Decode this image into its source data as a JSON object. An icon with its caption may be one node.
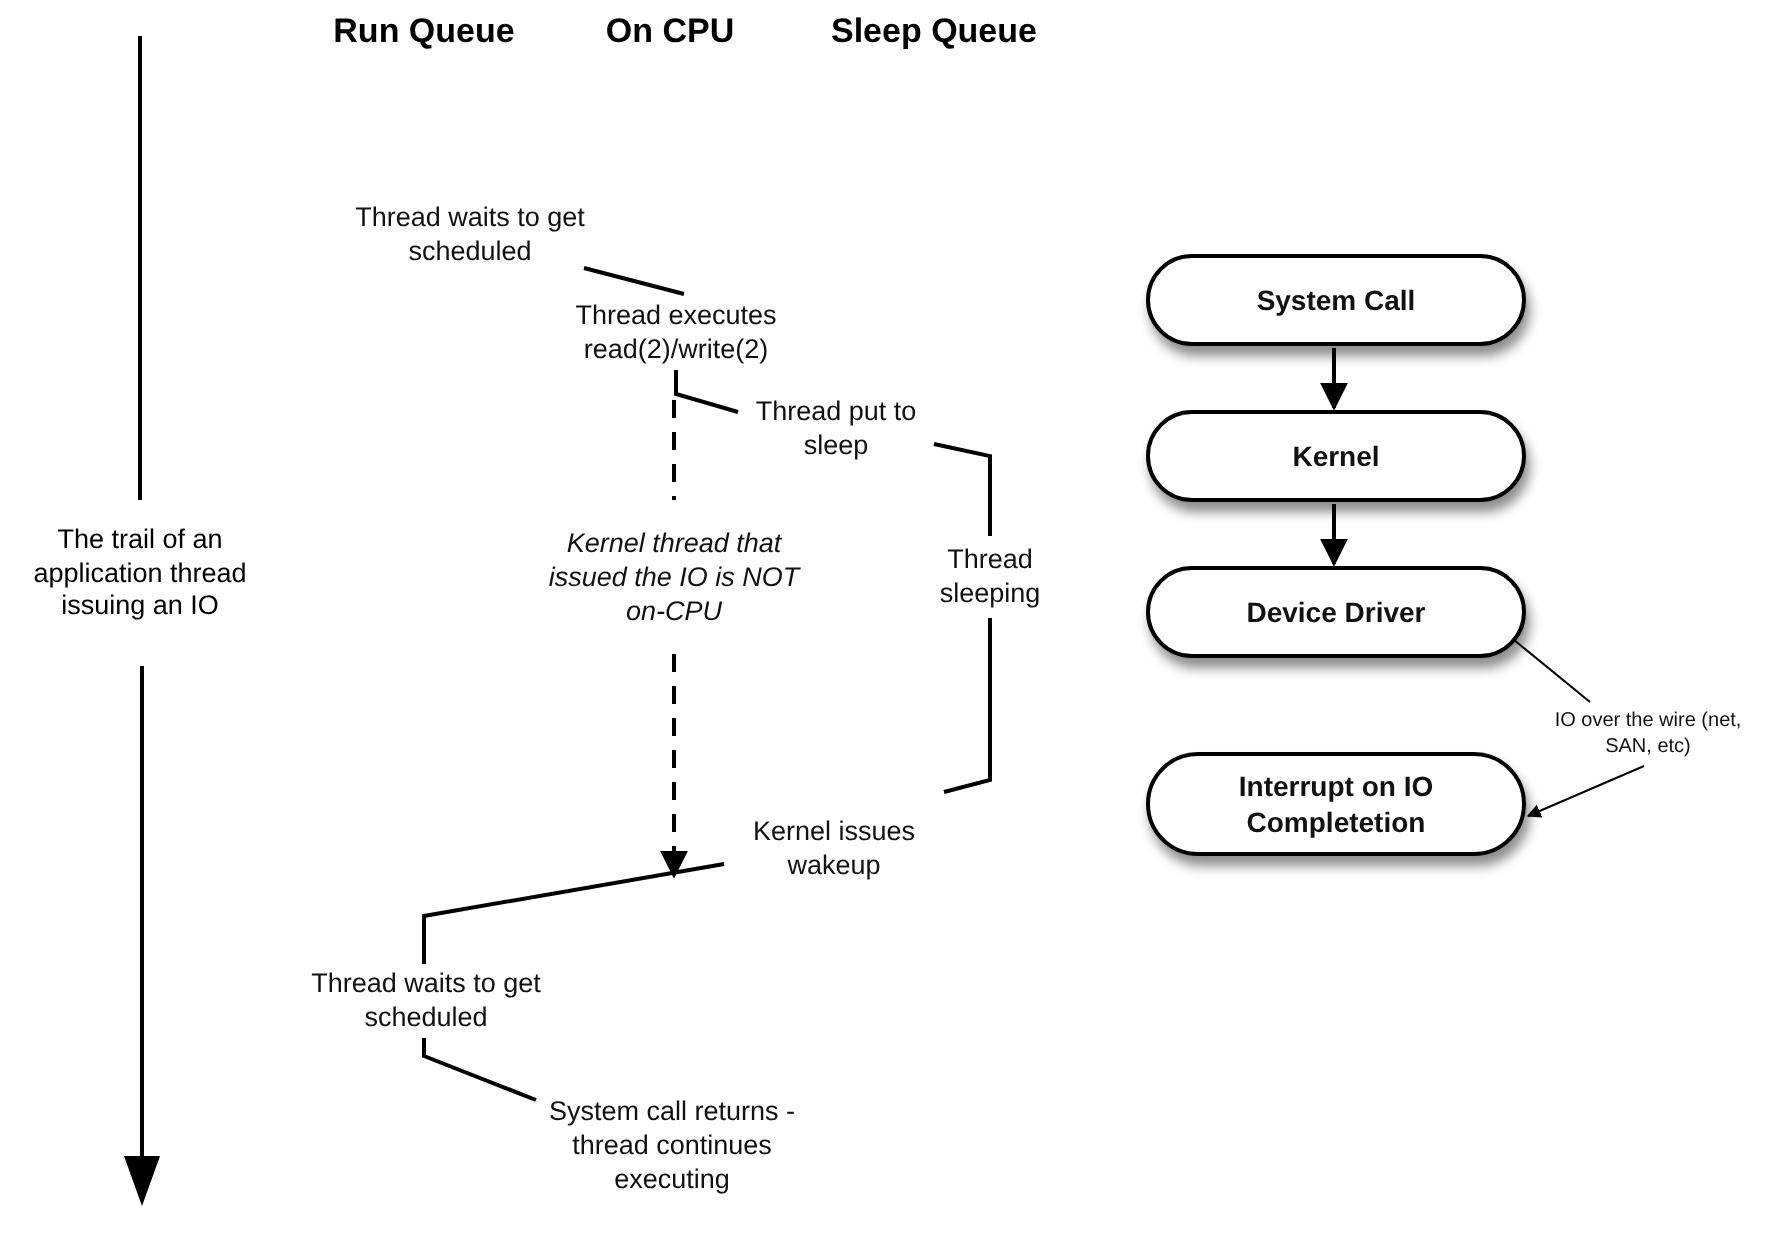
{
  "diagram": {
    "nodes": [
      {
        "text": [
          "Thread waits to get scheduled"
        ]
      },
      {
        "text": [
          "Thread executes read(2)/write(2)"
        ]
      },
      {
        "text": [
          "Thread put to sleep"
        ]
      },
      {
        "text": [
          "Kernel thread that issued the IO is NOT on-CPU"
        ]
      },
      {
        "text": [
          "Thread sleeping"
        ]
      },
      {
        "text": [
          "Kernel issues wakeup"
        ]
      },
      {
        "text": [
          "Thread waits to get scheduled"
        ]
      },
      {
        "text": [
          "System call returns - thread continues executing"
        ]
      },
      {
        "text": [
          "System Call"
        ]
      },
      {
        "text": [
          "Kernel"
        ]
      },
      {
        "text": [
          "Device Driver"
        ]
      },
      {
        "text": [
          "IO over the wire (net, SAN, etc)"
        ]
      },
      {
        "text": [
          "Interrupt on IO Completetion"
        ]
      }
    ],
    "edges": [
      {
        "from": 0,
        "to": 1,
        "arrow": "none"
      },
      {
        "from": 1,
        "to": 2,
        "arrow": "none"
      },
      {
        "from": 2,
        "to": 4,
        "arrow": "none"
      },
      {
        "from": 4,
        "to": 5,
        "arrow": "none"
      },
      {
        "from": 5,
        "to": 6,
        "arrow": "none"
      },
      {
        "from": 1,
        "to": 3,
        "arrow": "none",
        "style": "dashed"
      },
      {
        "from": 3,
        "to": null,
        "arrow": "to",
        "style": "dashed"
      },
      {
        "from": 6,
        "to": 7,
        "arrow": "none"
      },
      {
        "from": 8,
        "to": 9,
        "arrow": "to"
      },
      {
        "from": 9,
        "to": 10,
        "arrow": "to"
      },
      {
        "from": 10,
        "to": 11,
        "arrow": "none"
      },
      {
        "from": 11,
        "to": 12,
        "arrow": "to"
      }
    ],
    "labels": [
      "Run Queue",
      "On CPU",
      "Sleep Queue",
      "The trail of an application thread issuing an IO"
    ]
  }
}
